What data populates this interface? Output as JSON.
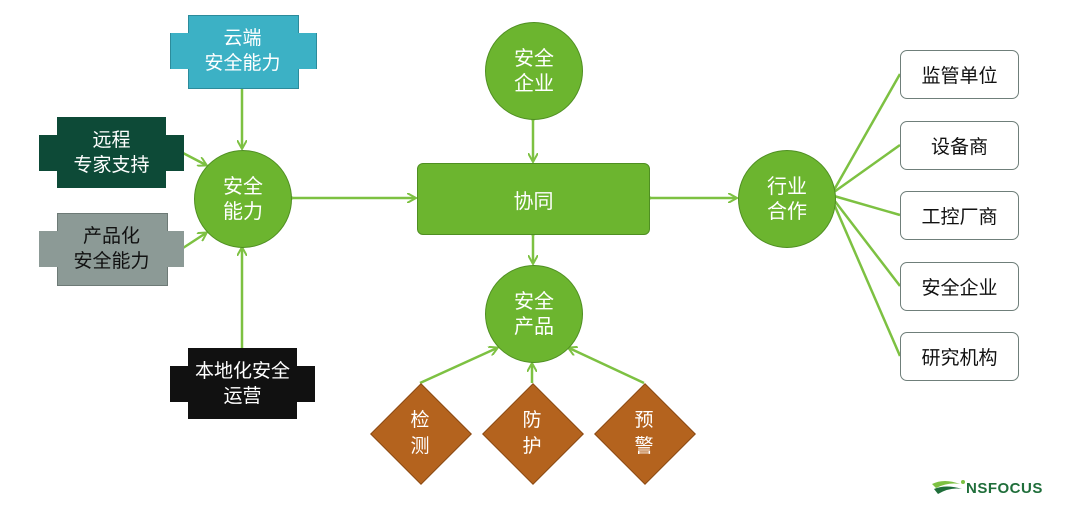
{
  "left_sources": [
    {
      "id": "cloud",
      "label": "云端\n安全能力",
      "color": "#3cb1c5"
    },
    {
      "id": "remote",
      "label": "远程\n专家支持",
      "color": "#0d4a37"
    },
    {
      "id": "product",
      "label": "产品化\n安全能力",
      "color": "#8c9a96"
    },
    {
      "id": "local",
      "label": "本地化安全\n运营",
      "color": "#111111"
    }
  ],
  "hubs": {
    "capability": "安全\n能力",
    "enterprise": "安全\n企业",
    "products": "安全\n产品",
    "industry": "行业\n合作",
    "collab": "协同"
  },
  "partners": [
    "监管单位",
    "设备商",
    "工控厂商",
    "安全企业",
    "研究机构"
  ],
  "product_functions": [
    "检\n测",
    "防\n护",
    "预\n警"
  ],
  "logo": {
    "text": "NSFOCUS"
  },
  "colors": {
    "green": "#6cb52f",
    "line": "#7dc142",
    "orange": "#b4631e"
  }
}
